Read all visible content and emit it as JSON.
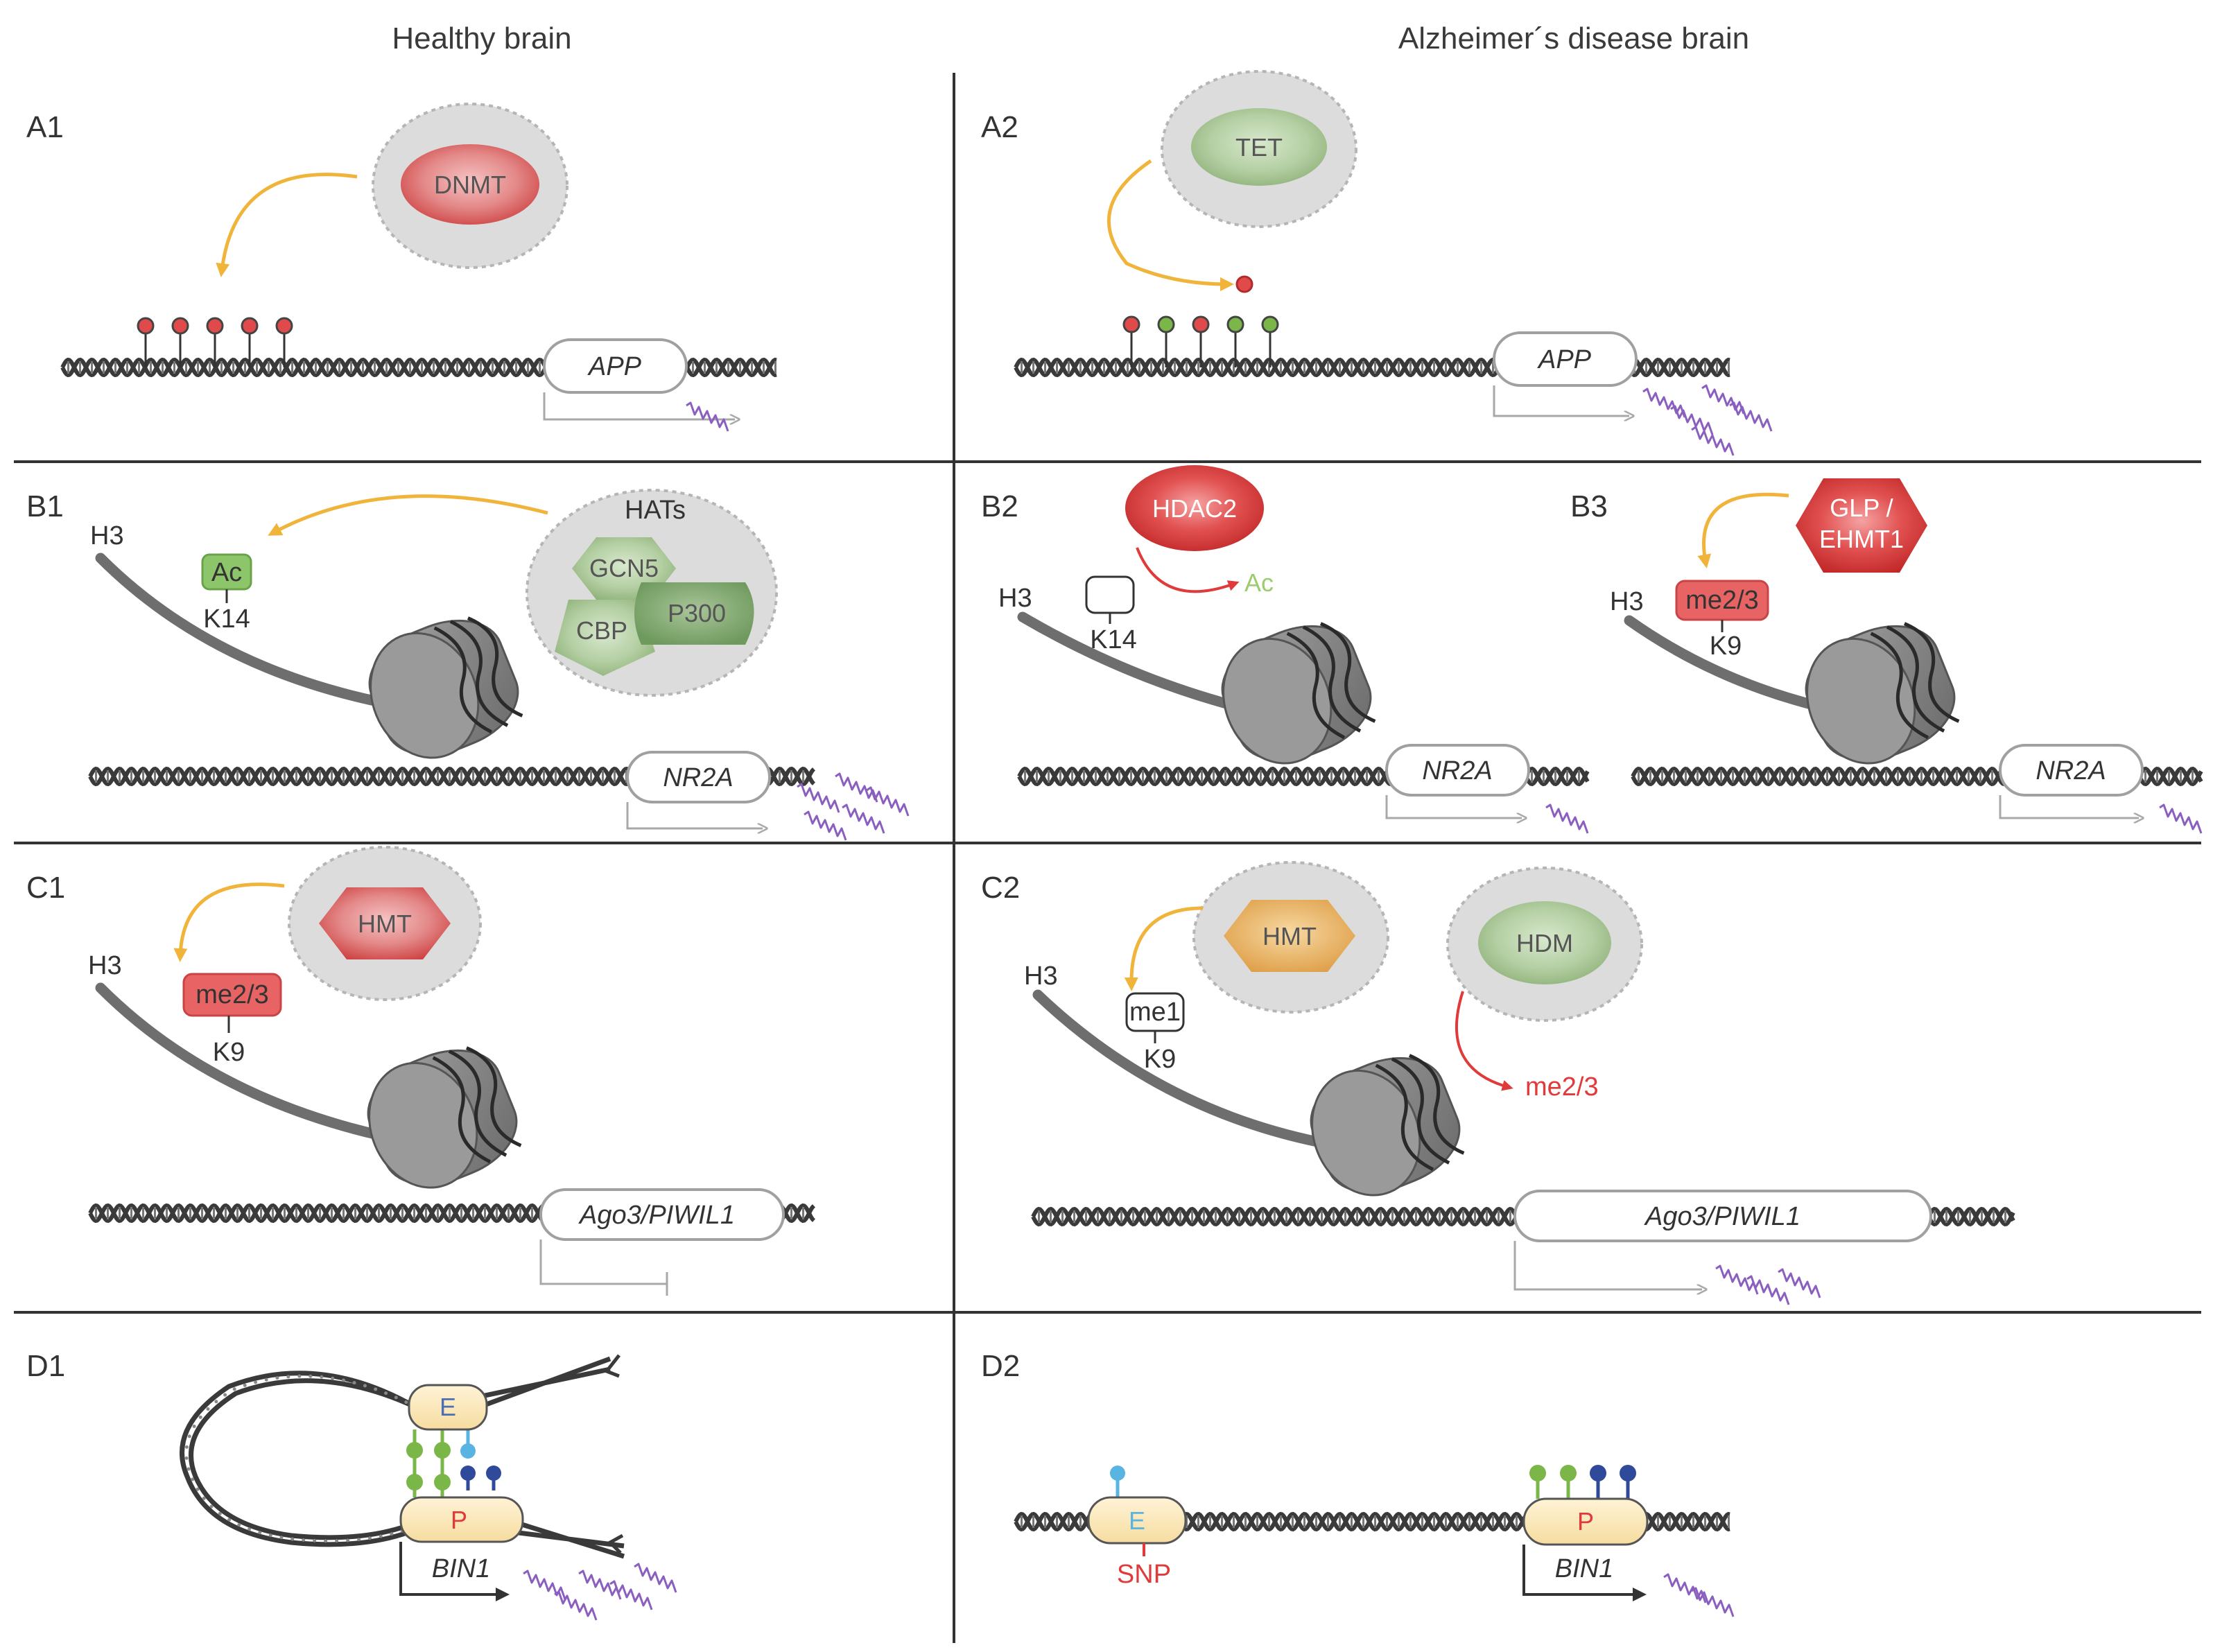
{
  "headers": {
    "healthy": "Healthy brain",
    "ad": "Alzheimer´s disease brain"
  },
  "panels": {
    "A1": {
      "label": "A1",
      "enzyme": "DNMT",
      "gene": "APP"
    },
    "A2": {
      "label": "A2",
      "enzyme": "TET",
      "gene": "APP"
    },
    "B1": {
      "label": "B1",
      "histone": "H3",
      "mark": "Ac",
      "residue": "K14",
      "complex": "HATs",
      "enzymes": [
        "GCN5",
        "CBP",
        "P300"
      ],
      "gene": "NR2A"
    },
    "B2": {
      "label": "B2",
      "histone": "H3",
      "enzyme": "HDAC2",
      "removed": "Ac",
      "residue": "K14",
      "gene": "NR2A"
    },
    "B3": {
      "label": "B3",
      "histone": "H3",
      "enzyme_line1": "GLP /",
      "enzyme_line2": "EHMT1",
      "mark": "me2/3",
      "residue": "K9",
      "gene": "NR2A"
    },
    "C1": {
      "label": "C1",
      "histone": "H3",
      "enzyme": "HMT",
      "mark": "me2/3",
      "residue": "K9",
      "gene": "Ago3/PIWIL1"
    },
    "C2": {
      "label": "C2",
      "histone": "H3",
      "enzyme1": "HMT",
      "enzyme2": "HDM",
      "mark": "me1",
      "residue": "K9",
      "removed": "me2/3",
      "gene": "Ago3/PIWIL1"
    },
    "D1": {
      "label": "D1",
      "enhancer": "E",
      "promoter": "P",
      "gene": "BIN1"
    },
    "D2": {
      "label": "D2",
      "enhancer": "E",
      "promoter": "P",
      "snp": "SNP",
      "gene": "BIN1"
    }
  },
  "colors": {
    "methyl_red": "#e14a4a",
    "green_mark": "#7ab648",
    "light_blue": "#5ab4e2",
    "dark_blue": "#2f4a9a",
    "arrow_yellow": "#f0b43a",
    "arrow_red": "#e03a3a",
    "rna_purple": "#8a5fbf",
    "dna_gray": "#4a4a4a",
    "enh_fill": "#fbe7b8",
    "enzyme_bg": "#dcdcdc"
  }
}
